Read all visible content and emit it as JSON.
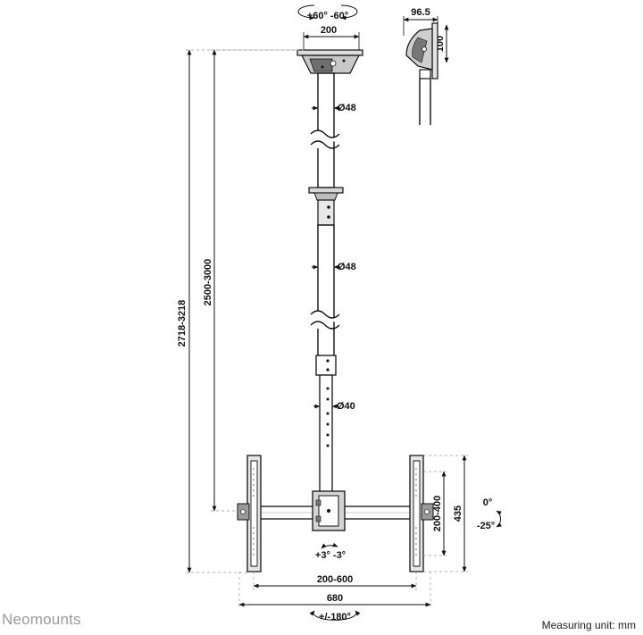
{
  "brand": "Neomounts",
  "measuring_unit": "Measuring unit: mm",
  "labels": {
    "top_rotation": "+60° -60°",
    "plate_width": "200",
    "side_width": "96.5",
    "side_height": "100",
    "tube_upper_diameter": "Ø48",
    "tube_mid_diameter": "Ø48",
    "tube_lower_diameter": "Ø40",
    "total_height": "2718-3218",
    "ceiling_to_center": "2500-3000",
    "vesa_vertical": "200-400",
    "bracket_height": "435",
    "tilt": "0°",
    "tilt_neg": "-25°",
    "roll": "+3° -3°",
    "vesa_horizontal": "200-600",
    "bracket_width": "680",
    "swivel": "+/-180°"
  }
}
